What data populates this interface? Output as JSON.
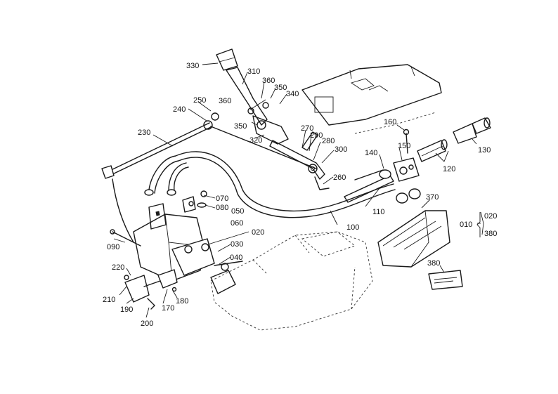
{
  "labels": {
    "p330": "330",
    "p310": "310",
    "p360a": "360",
    "p350a": "350",
    "p340": "340",
    "p360b": "360",
    "p350b": "350",
    "p250": "250",
    "p240": "240",
    "p230": "230",
    "p320": "320",
    "p270": "270",
    "p290": "290",
    "p280": "280",
    "p300": "300",
    "p260": "260",
    "p160": "160",
    "p140": "140",
    "p150": "150",
    "p120": "120",
    "p130": "130",
    "p370": "370",
    "p110": "110",
    "p100": "100",
    "p070": "070",
    "p080": "080",
    "p050": "050",
    "p060": "060",
    "p020": "020",
    "p090": "090",
    "p030": "030",
    "p040": "040",
    "p220": "220",
    "p210": "210",
    "p190": "190",
    "p170": "170",
    "p180": "180",
    "p200": "200",
    "p380": "380",
    "legend_010": "010",
    "legend_020": "020",
    "legend_380": "380"
  }
}
